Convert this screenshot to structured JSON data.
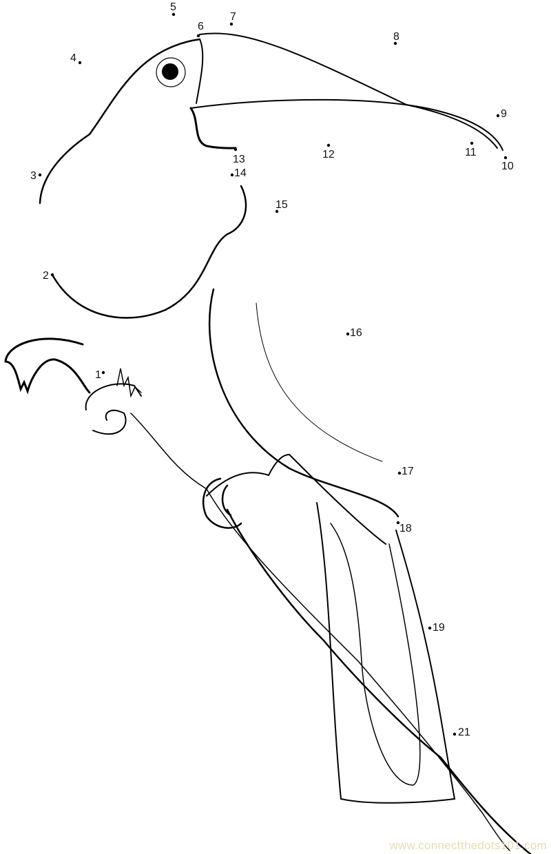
{
  "dots": [
    {
      "label": "1"
    },
    {
      "label": "2"
    },
    {
      "label": "3"
    },
    {
      "label": "4"
    },
    {
      "label": "5"
    },
    {
      "label": "6"
    },
    {
      "label": "7"
    },
    {
      "label": "8"
    },
    {
      "label": "9"
    },
    {
      "label": "10"
    },
    {
      "label": "11"
    },
    {
      "label": "12"
    },
    {
      "label": "13"
    },
    {
      "label": "14"
    },
    {
      "label": "15"
    },
    {
      "label": "16"
    },
    {
      "label": "17"
    },
    {
      "label": "18"
    },
    {
      "label": "19"
    },
    {
      "label": "21"
    }
  ],
  "footer": {
    "text": "www.connectthedots101.com"
  },
  "colors": {
    "line": "#000000",
    "footer": "#e8dcb0"
  }
}
